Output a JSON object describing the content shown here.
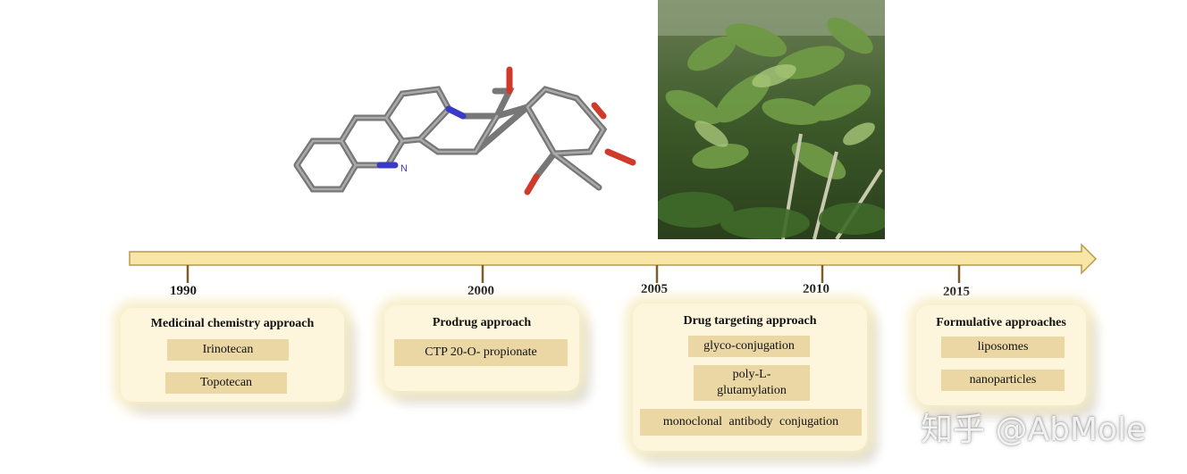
{
  "timeline": {
    "years": [
      {
        "label": "1990"
      },
      {
        "label": "2000"
      },
      {
        "label": "2005"
      },
      {
        "label": "2010"
      },
      {
        "label": "2015"
      }
    ]
  },
  "molecule": {
    "atom_labels": {
      "nitrogen": "N"
    }
  },
  "boxes": [
    {
      "title": "Medicinal chemistry approach",
      "items": [
        "Irinotecan",
        "Topotecan"
      ]
    },
    {
      "title": "Prodrug approach",
      "items": [
        "CTP 20-O- propionate"
      ]
    },
    {
      "title": "Drug targeting approach",
      "items": [
        "glyco-conjugation",
        "poly-L-glutamylation",
        "monoclonal antibody conjugation"
      ]
    },
    {
      "title": "Formulative approaches",
      "items": [
        "liposomes",
        "nanoparticles"
      ]
    }
  ],
  "watermark": {
    "text": "知乎 @AbMole"
  },
  "colors": {
    "arrow_fill": "#f7e6a6",
    "arrow_stroke": "#b89a4a",
    "box_bg": "#fdf6dc",
    "tag_bg": "#ead7a4",
    "carbon": "#8c8c8c",
    "nitrogen": "#3a3ac8",
    "oxygen": "#d03a2a"
  }
}
